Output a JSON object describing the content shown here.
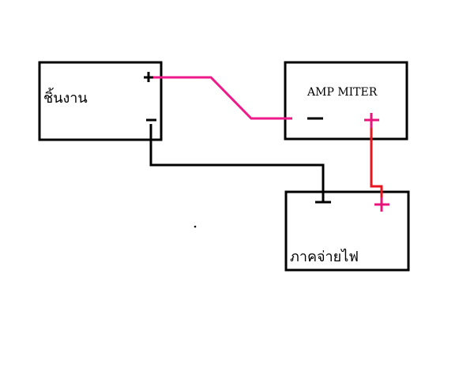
{
  "diagram": {
    "workpiece": {
      "label": "ชิ้นงาน",
      "plus": "+",
      "minus": "−"
    },
    "ammeter": {
      "label": "AMP MITER",
      "plus": "+",
      "minus": "−"
    },
    "power_supply": {
      "label": "ภาคจ่ายไฟ",
      "plus": "+",
      "minus": "−"
    }
  },
  "colors": {
    "box_stroke": "#000000",
    "wire_black": "#000000",
    "wire_pink": "#ee1a8a",
    "wire_red": "#e8141e",
    "plus_pink": "#e8147c"
  }
}
